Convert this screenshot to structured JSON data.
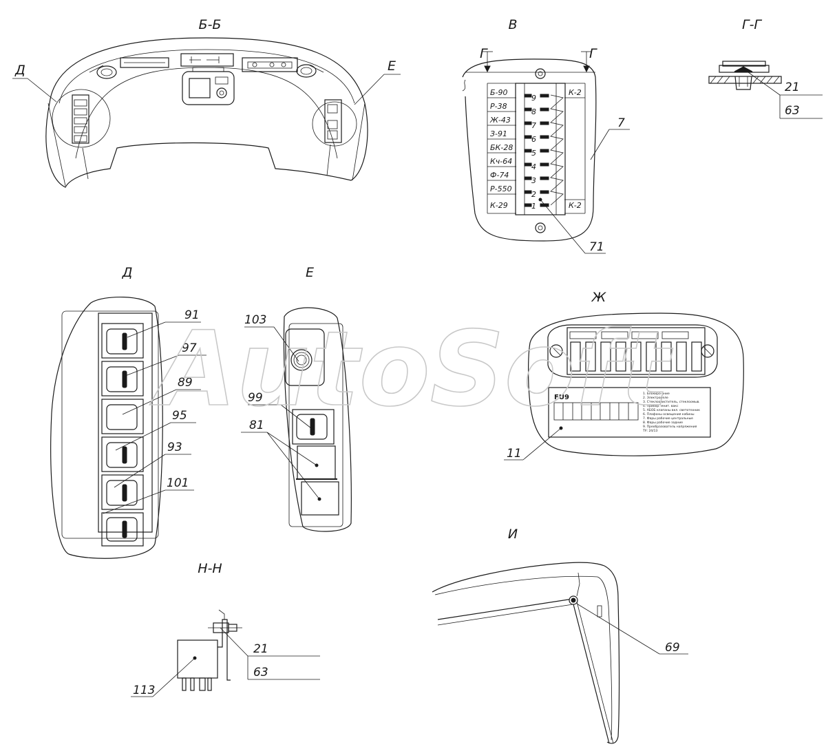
{
  "watermark": "AutoSoft",
  "views": {
    "bb": "Б-Б",
    "v": "В",
    "gg": "Г-Г",
    "d": "Д",
    "e": "Е",
    "zh": "Ж",
    "nn": "Н-Н",
    "i": "И"
  },
  "section_marks": {
    "g": "Г",
    "d": "Д",
    "e": "Е"
  },
  "callouts": {
    "c21a": "21",
    "c63a": "63",
    "c7": "7",
    "c71": "71",
    "c91": "91",
    "c97": "97",
    "c89": "89",
    "c95": "95",
    "c93": "93",
    "c101": "101",
    "c103": "103",
    "c99": "99",
    "c81": "81",
    "c11": "11",
    "c21b": "21",
    "c63b": "63",
    "c113": "113",
    "c69": "69"
  },
  "connector_block": {
    "wires": [
      "Б-90",
      "Р-38",
      "Ж-43",
      "З-91",
      "БК-28",
      "Кч-64",
      "Ф-74",
      "Р-550",
      "К-29"
    ],
    "pins": [
      "9",
      "8",
      "7",
      "6",
      "5",
      "4",
      "3",
      "2",
      "1"
    ],
    "right_top": "К-2",
    "right_bottom": "К-2"
  },
  "fuse_label": {
    "heading": "FU9",
    "lines": [
      "1. Блокиро-ание",
      "2. Электрореле",
      "3. Стеклоочиститель, стеклоомыв.",
      "4. Прибор. мнит. вакс",
      "5. АБОБ клапаны вкл. светотехник",
      "6. Плафоны освещения кабины",
      "7. Фары рабочие центральные",
      "8. Фары рабочие задние",
      "9. Преобразователь напряжения",
      "ТУ: 24/13"
    ]
  }
}
